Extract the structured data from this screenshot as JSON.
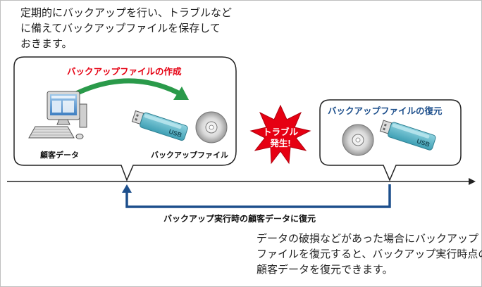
{
  "intro": {
    "line1": "定期的にバックアップを行い、トラブルなど",
    "line2": "に備えてバックアップファイルを保存して",
    "line3": "おきます。"
  },
  "backup_box": {
    "title": "バックアップファイルの作成",
    "pc_label": "顧客データ",
    "file_label": "バックアップファイル",
    "usb_text": "USB"
  },
  "trouble": {
    "line1": "トラブル",
    "line2": "発生!"
  },
  "restore_box": {
    "title": "バックアップファイルの復元",
    "usb_text": "USB"
  },
  "restore_caption": "バックアップ実行時の顧客データに復元",
  "note": {
    "line1": "データの破損などがあった場合にバックアップ",
    "line2": "ファイルを復元すると、バックアップ実行時点の",
    "line3": "顧客データを復元できます。"
  },
  "colors": {
    "title_red": "#e60012",
    "title_blue": "#1d4f8c",
    "arrow_green": "#2a9a4a",
    "arrow_blue": "#1d4f8c",
    "burst_red": "#e60012",
    "usb_body": "#5fb7c9"
  }
}
